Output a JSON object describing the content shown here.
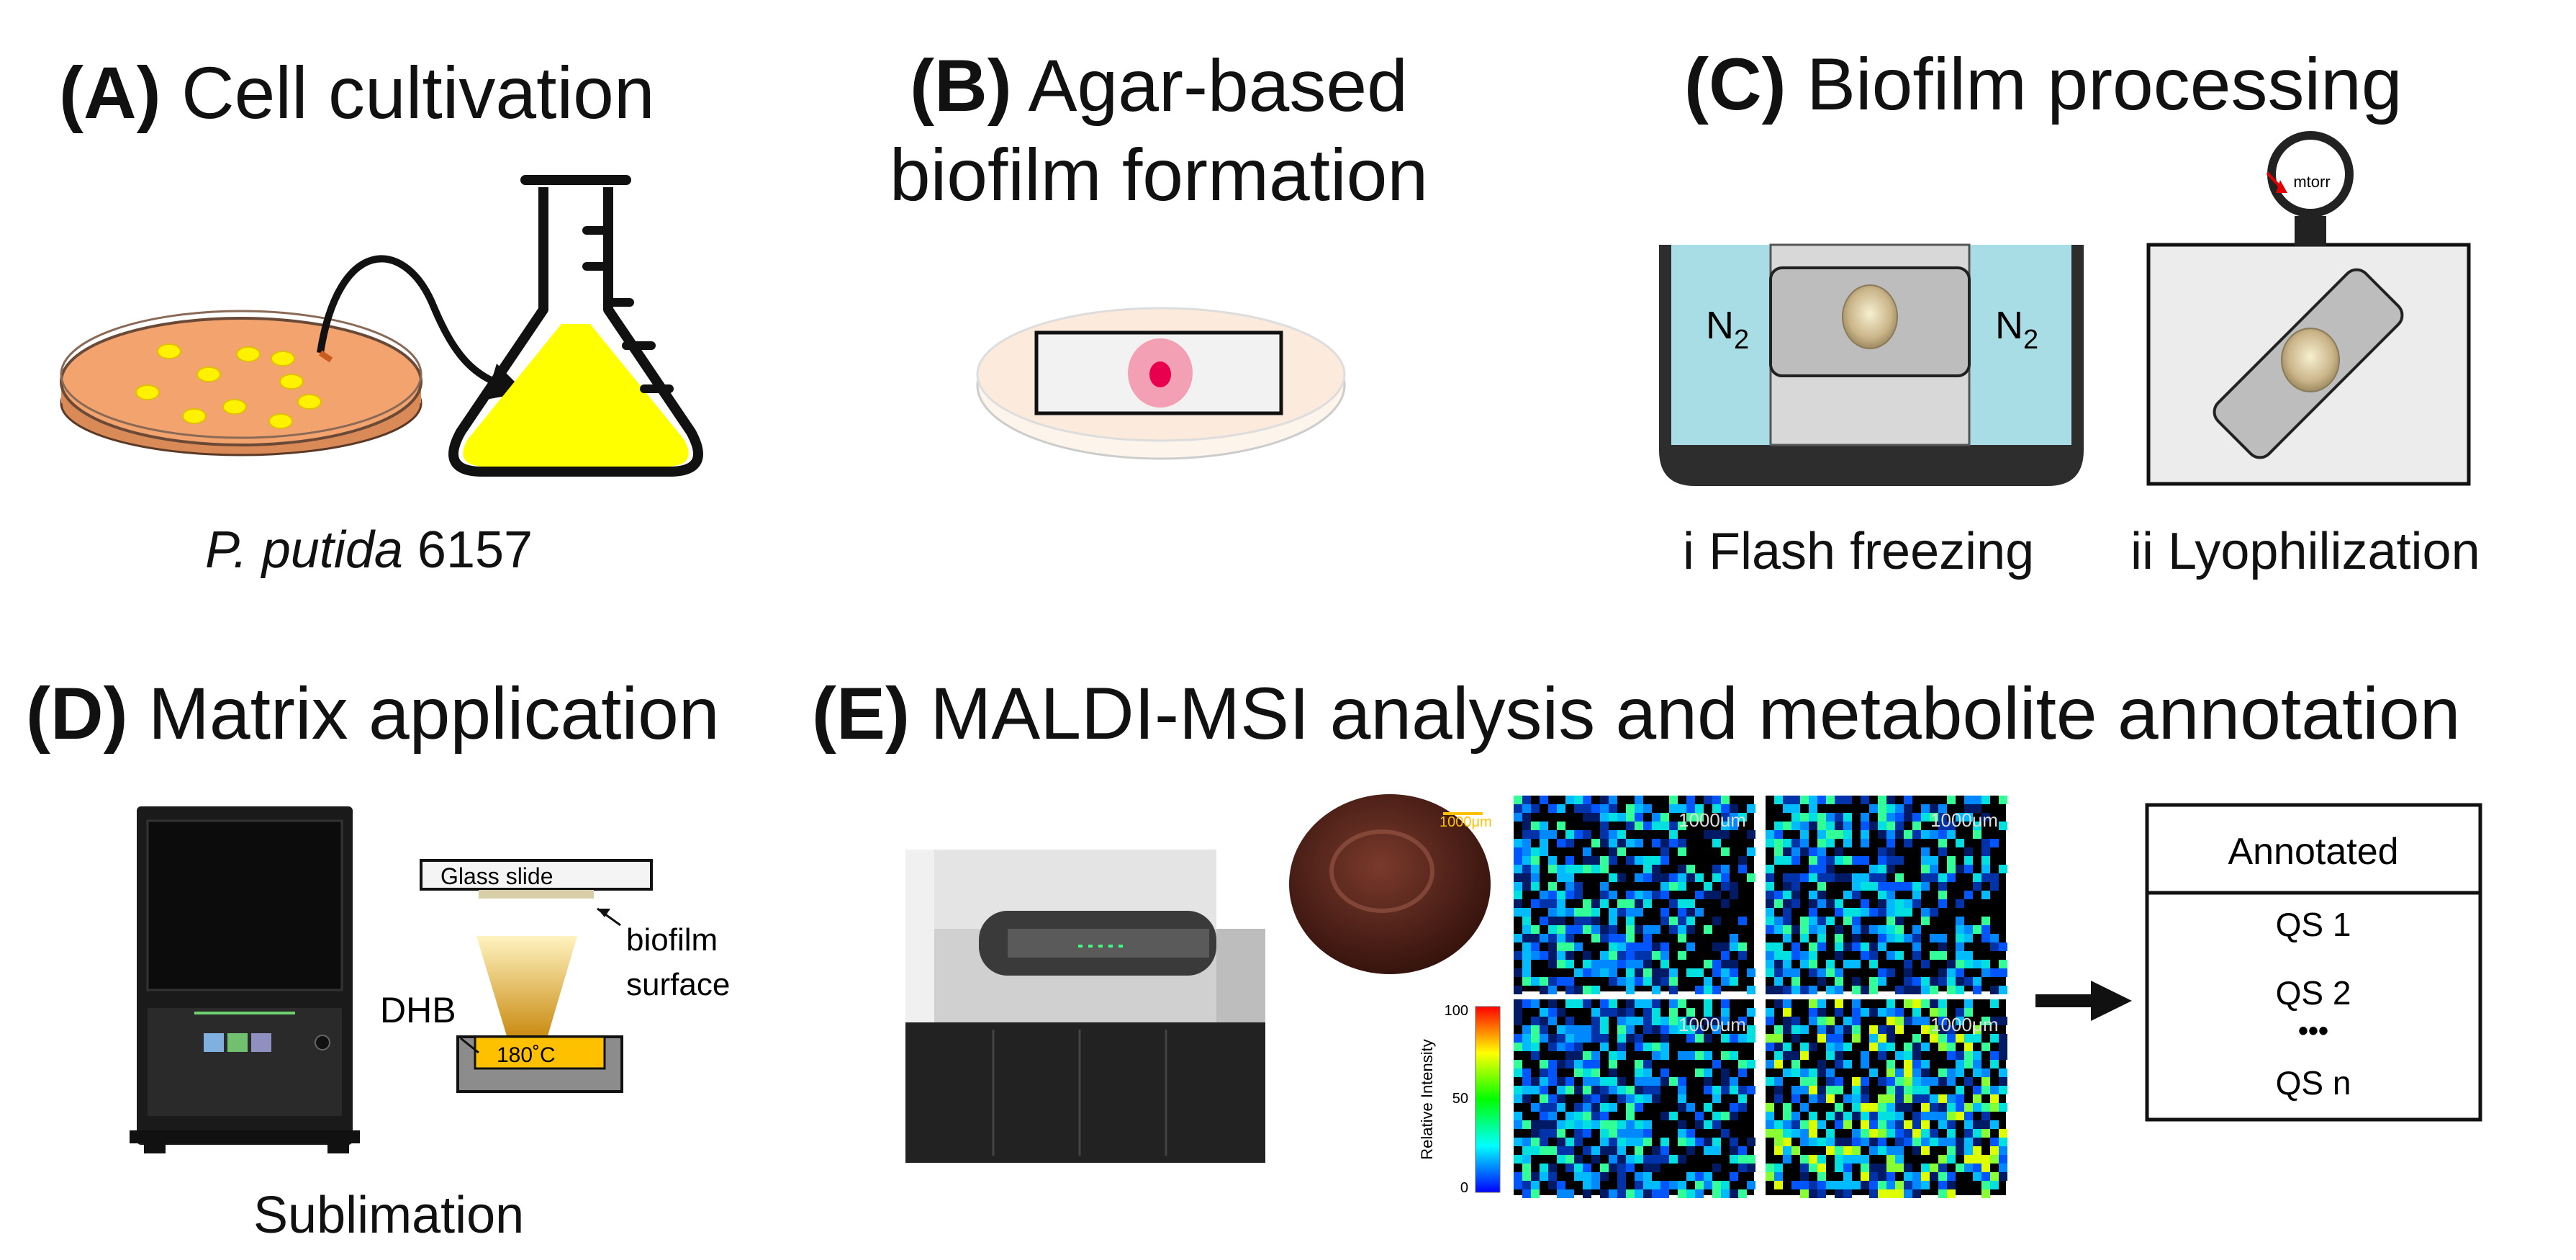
{
  "panels": {
    "a": {
      "letter": "(A)",
      "title": "Cell cultivation",
      "caption_italic": "P. putida",
      "caption_rest": " 6157"
    },
    "b": {
      "letter": "(B)",
      "title_line1": "Agar-based",
      "title_line2": "biofilm formation"
    },
    "c": {
      "letter": "(C)",
      "title": "Biofilm processing",
      "nitrogen": "N",
      "nitrogen_sub": "2",
      "gauge_label": "mtorr",
      "caption_i": "i Flash freezing",
      "caption_ii": "ii Lyophilization"
    },
    "d": {
      "letter": "(D)",
      "title": "Matrix application",
      "glass_slide": "Glass slide",
      "biofilm_line1": "biofilm",
      "biofilm_line2": "surface",
      "matrix": "DHB",
      "temperature": "180˚C",
      "caption": "Sublimation"
    },
    "e": {
      "letter": "(E)",
      "title": "MALDI-MSI analysis and metabolite annotation",
      "scale_label": "1000μm",
      "scale_label_alt": "1000um",
      "colorbar_label": "Relative Intensity",
      "colorbar_ticks": [
        "100",
        "50",
        "0"
      ],
      "table_header": "Annotated",
      "table_rows": [
        "QS 1",
        "QS 2",
        "•••",
        "QS n"
      ]
    }
  },
  "colors": {
    "petri_agar": "#f2a36e",
    "colony": "#fff200",
    "flask_liquid": "#ffff00",
    "nitrogen_bath": "#a8dde6",
    "container": "#2d2d2d",
    "spot_pink": "#f4a0b4",
    "spot_center": "#e8004f",
    "heater_orange": "#ffc000"
  }
}
